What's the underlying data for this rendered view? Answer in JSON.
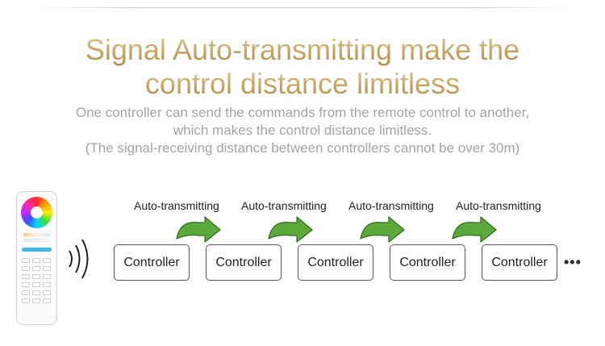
{
  "headline": {
    "line1": "Signal Auto-transmitting make the",
    "line2": "control distance limitless"
  },
  "description": {
    "line1": "One controller can send the commands from the remote control to another,",
    "line2": "which makes the control distance limitless.",
    "line3": "(The signal-receiving distance between controllers cannot be over 30m)"
  },
  "diagram": {
    "transmit_labels": [
      "Auto-transmitting",
      "Auto-transmitting",
      "Auto-transmitting",
      "Auto-transmitting"
    ],
    "controllers": [
      "Controller",
      "Controller",
      "Controller",
      "Controller",
      "Controller"
    ],
    "continuation": "•••",
    "arrow_color": "#5aa93a",
    "remote_accent": "#3cb7e8"
  },
  "colors": {
    "headline_gold": "#c9a96b",
    "description_gray": "#a4a4a4"
  }
}
